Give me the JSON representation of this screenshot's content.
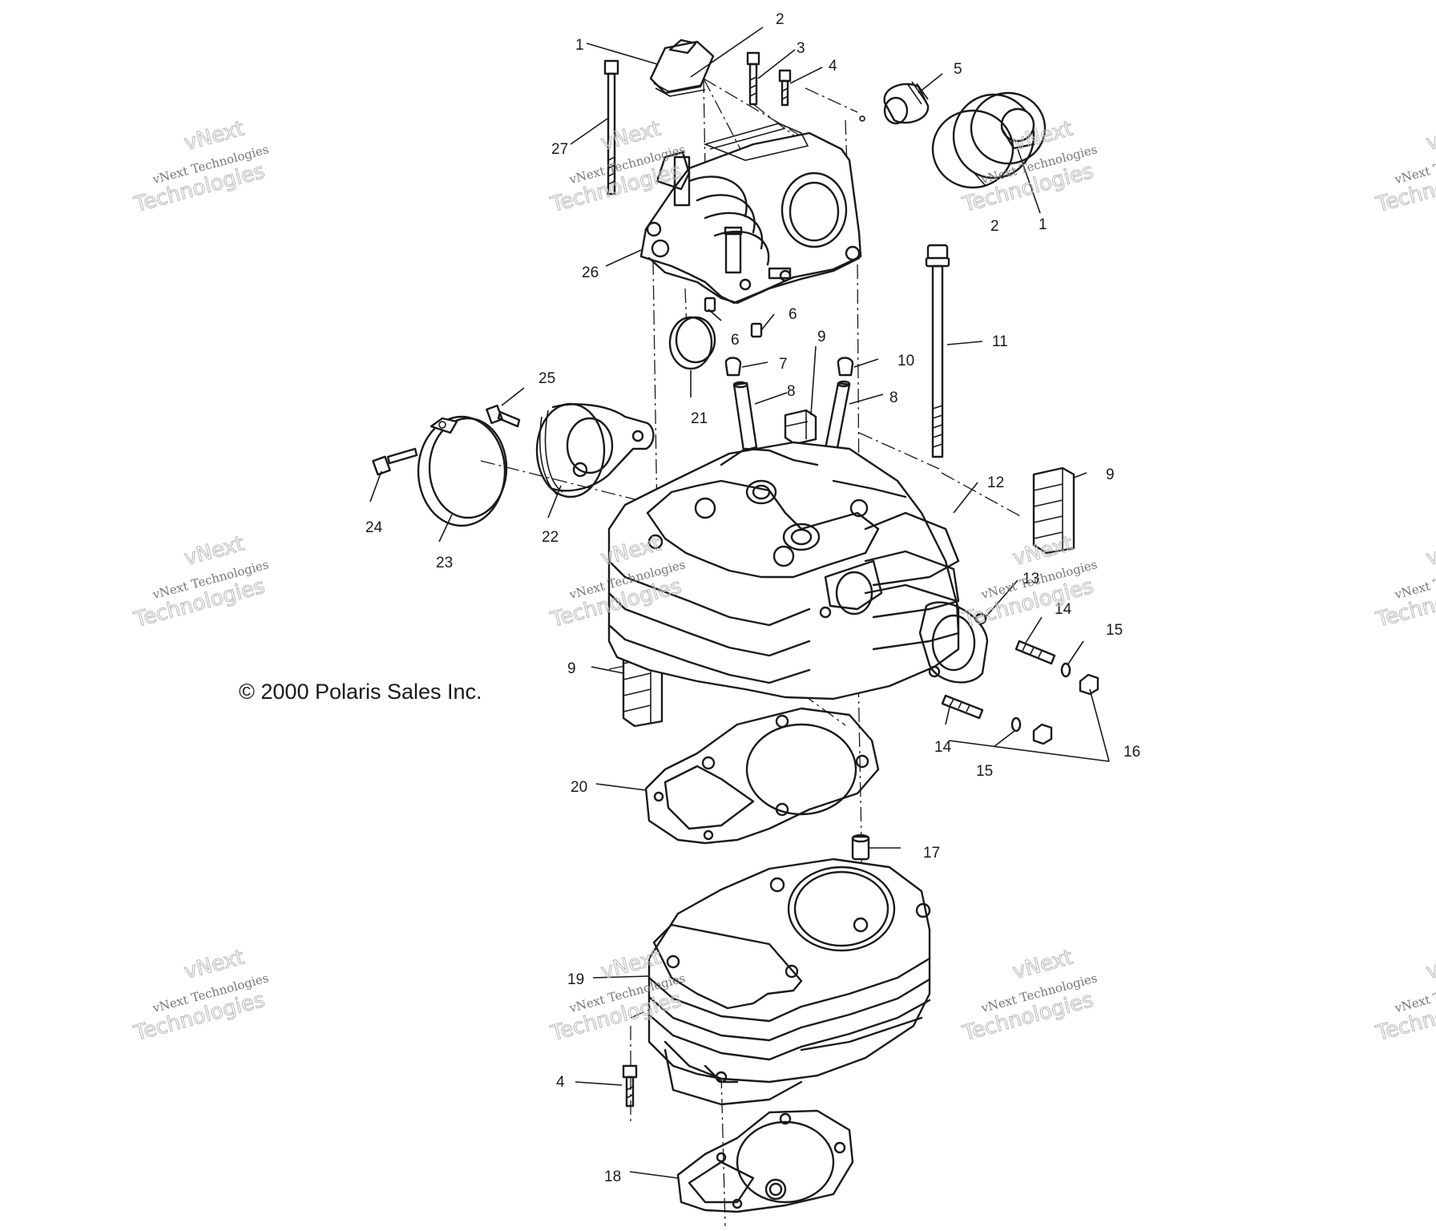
{
  "copyright": "© 2000 Polaris Sales Inc.",
  "watermark": {
    "line_top": "vNext",
    "line_main": "vNext Technologies",
    "line_large": "Technologies"
  },
  "callouts": [
    "1",
    "2",
    "3",
    "4",
    "5",
    "2",
    "1",
    "27",
    "26",
    "6",
    "6",
    "21",
    "7",
    "9",
    "8",
    "10",
    "8",
    "11",
    "25",
    "24",
    "23",
    "22",
    "12",
    "9",
    "13",
    "14",
    "15",
    "16",
    "14",
    "15",
    "9",
    "20",
    "17",
    "19",
    "4",
    "18"
  ],
  "colors": {
    "ink": "#1a1a1a",
    "watermark": "#bdbdbd",
    "background": "#ffffff"
  }
}
